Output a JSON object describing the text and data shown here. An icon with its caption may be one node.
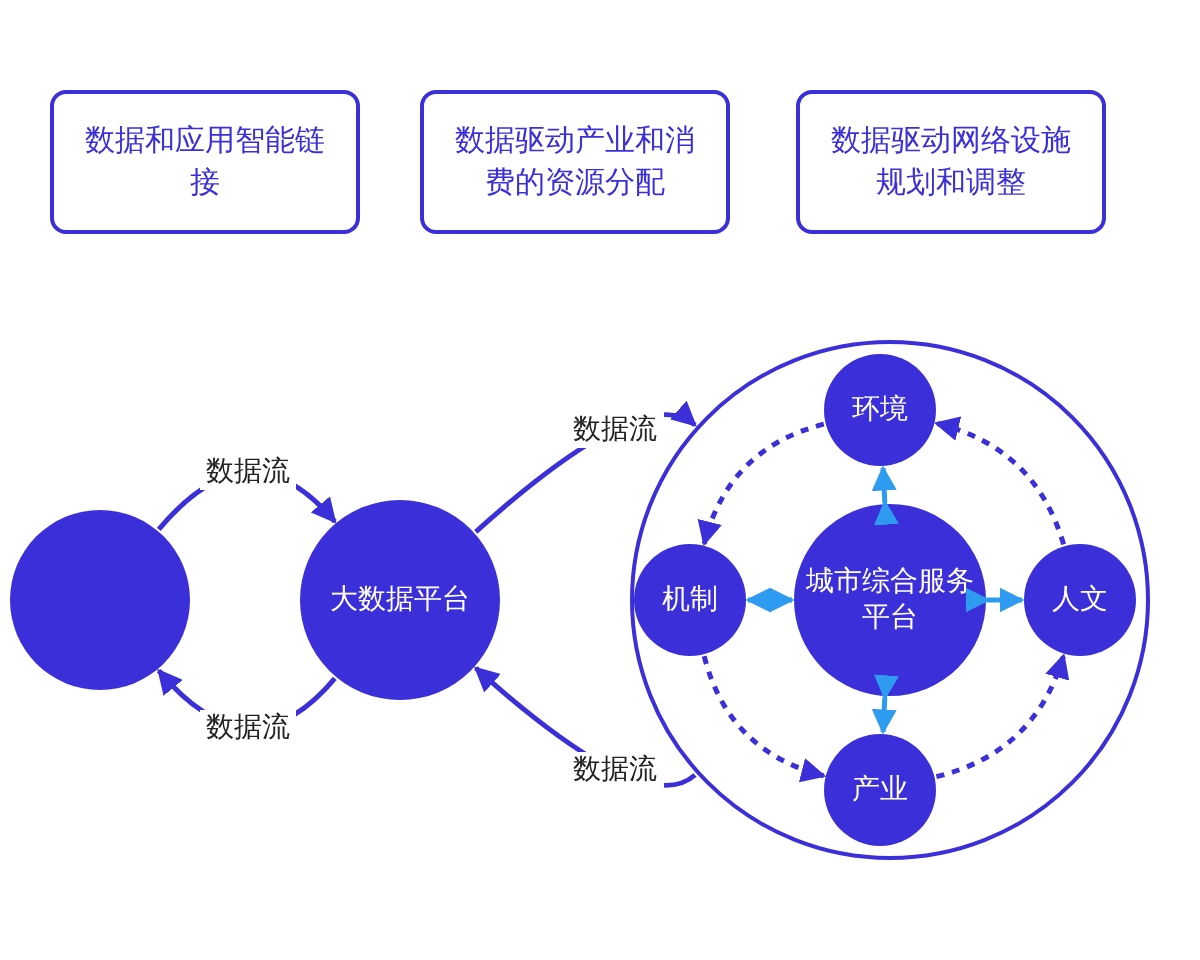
{
  "diagram": {
    "nodes": [
      {
        "text": [
          "数据和应用智能链接"
        ]
      },
      {
        "text": [
          "数据驱动产业和消费的资源分配"
        ]
      },
      {
        "text": [
          "数据驱动网络设施规划和调整"
        ]
      },
      {
        "text": [],
        "shape": "circle"
      },
      {
        "text": [
          "大数据平台"
        ]
      },
      {
        "text": [],
        "shape": "circle"
      },
      {
        "text": [
          "城市综合服务平台"
        ],
        "in": 5
      },
      {
        "text": [
          "环境"
        ],
        "in": 5
      },
      {
        "text": [
          "机制"
        ],
        "in": 5
      },
      {
        "text": [
          "人文"
        ],
        "in": 5
      },
      {
        "text": [
          "产业"
        ],
        "in": 5
      }
    ],
    "edges": [
      {
        "from": 3,
        "to": 4,
        "arrow": "to",
        "label": "数据流"
      },
      {
        "from": 4,
        "to": 5,
        "arrow": "to",
        "label": "数据流"
      },
      {
        "from": 5,
        "to": 4,
        "arrow": "to",
        "label": "数据流"
      },
      {
        "from": 4,
        "to": 3,
        "arrow": "to",
        "label": "数据流"
      },
      {
        "from": 6,
        "to": 7,
        "arrow": "both",
        "color": "#2f9bf0"
      },
      {
        "from": 6,
        "to": 8,
        "arrow": "both",
        "color": "#2f9bf0"
      },
      {
        "from": 6,
        "to": 9,
        "arrow": "both",
        "color": "#2f9bf0"
      },
      {
        "from": 6,
        "to": 10,
        "arrow": "both",
        "color": "#2f9bf0"
      },
      {
        "from": 7,
        "to": 8,
        "arrow": "to",
        "style": "dashed"
      },
      {
        "from": 8,
        "to": 10,
        "arrow": "to",
        "style": "dashed"
      },
      {
        "from": 10,
        "to": 9,
        "arrow": "to",
        "style": "dashed"
      },
      {
        "from": 9,
        "to": 7,
        "arrow": "to",
        "style": "dashed"
      }
    ]
  }
}
